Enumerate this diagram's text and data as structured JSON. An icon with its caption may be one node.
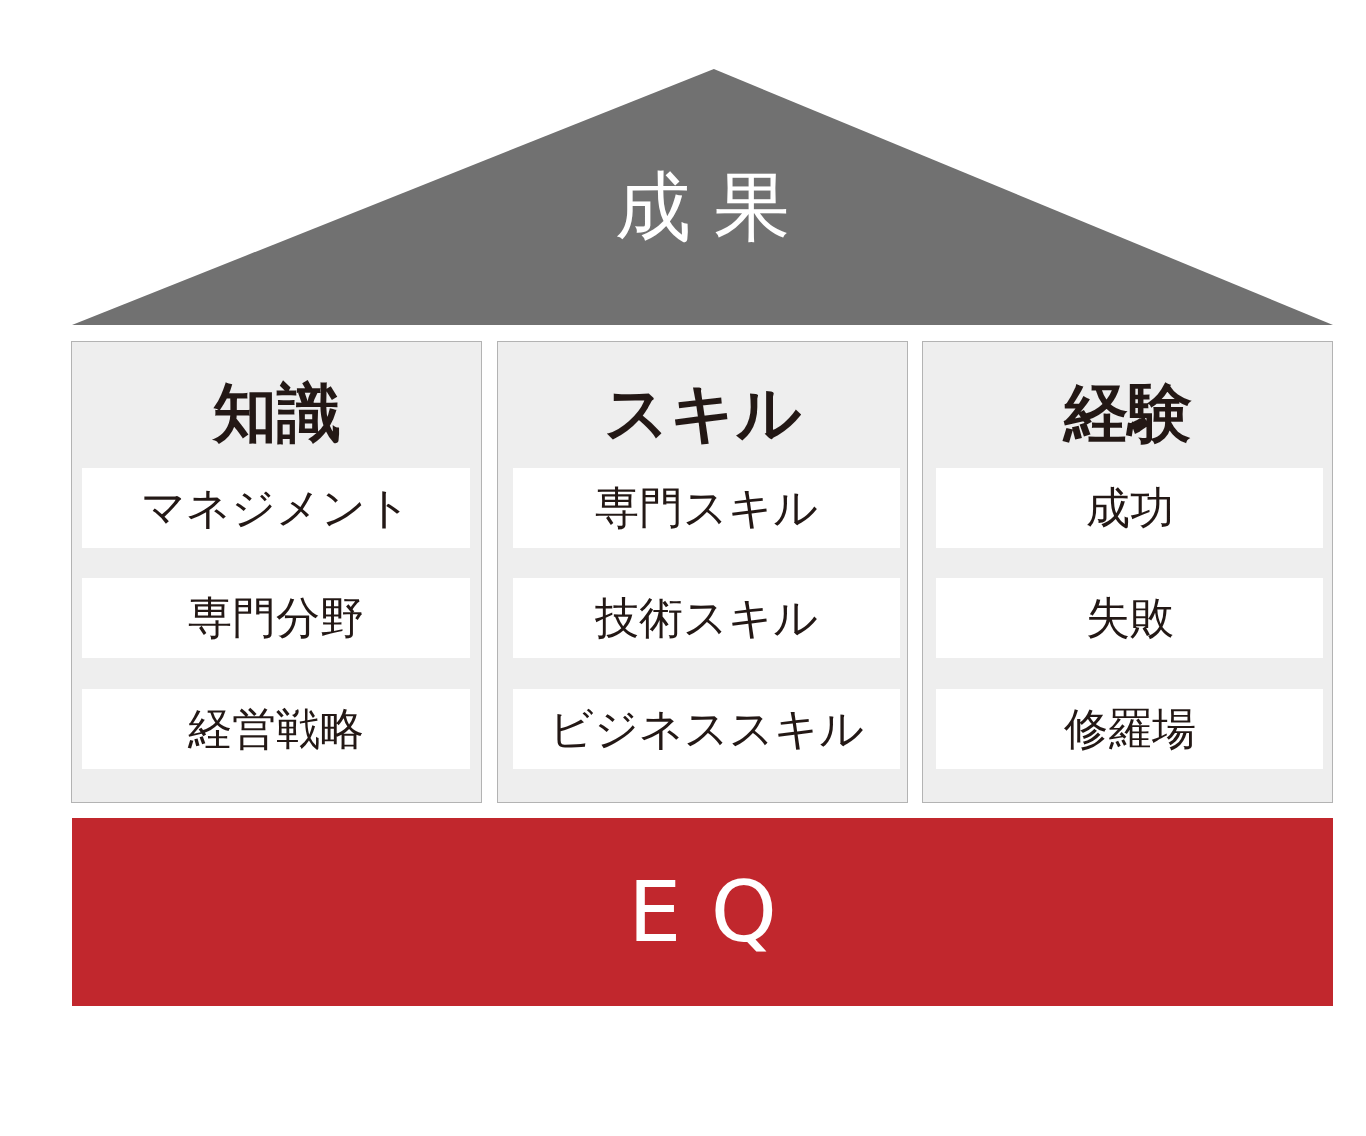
{
  "diagram": {
    "nodes": [
      {
        "text": [
          "成果"
        ]
      },
      {
        "text": [
          "知識"
        ]
      },
      {
        "text": [
          "マネジメント"
        ],
        "in": 1
      },
      {
        "text": [
          "専門分野"
        ],
        "in": 1
      },
      {
        "text": [
          "経営戦略"
        ],
        "in": 1
      },
      {
        "text": [
          "スキル"
        ]
      },
      {
        "text": [
          "専門スキル"
        ],
        "in": 5
      },
      {
        "text": [
          "技術スキル"
        ],
        "in": 5
      },
      {
        "text": [
          "ビジネススキル"
        ],
        "in": 5
      },
      {
        "text": [
          "経験"
        ]
      },
      {
        "text": [
          "成功"
        ],
        "in": 9
      },
      {
        "text": [
          "失敗"
        ],
        "in": 9
      },
      {
        "text": [
          "修羅場"
        ],
        "in": 9
      },
      {
        "text": [
          "EQ"
        ]
      }
    ]
  }
}
